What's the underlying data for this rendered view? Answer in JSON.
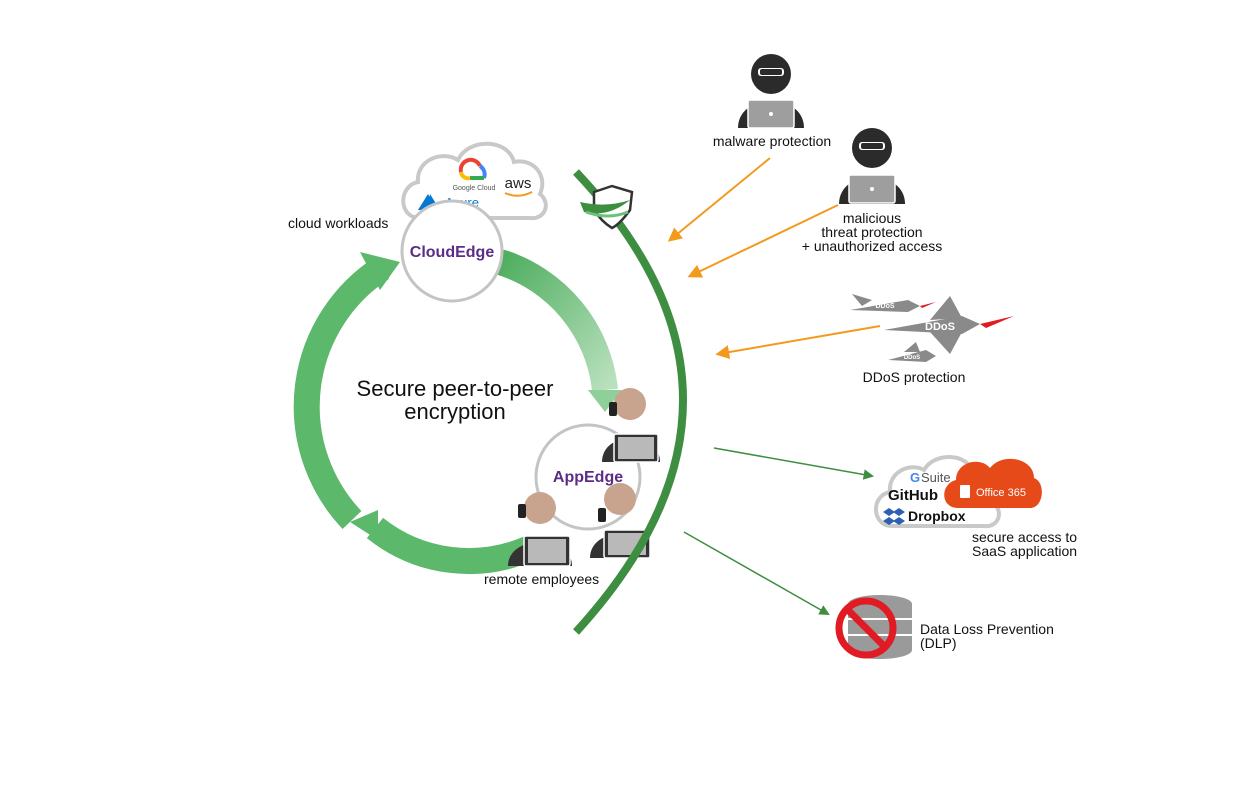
{
  "center": {
    "line1": "Secure peer-to-peer",
    "line2": "encryption"
  },
  "cloud_edge": {
    "label": "CloudEdge",
    "caption": "cloud workloads"
  },
  "app_edge": {
    "label": "AppEdge",
    "caption": "remote employees"
  },
  "providers": {
    "google": "Google Cloud",
    "aws": "aws",
    "azure": "Azure"
  },
  "threats": {
    "malware": {
      "label": "malware protection"
    },
    "malicious": {
      "line1": "malicious",
      "line2": "threat protection",
      "line3": "+ unauthorized access"
    },
    "ddos": {
      "label": "DDoS protection",
      "rocket_big": "DDoS",
      "rocket_top": "DDoS",
      "rocket_small": "DDoS"
    }
  },
  "saas": {
    "gsuite": "Suite",
    "github": "GitHub",
    "office": "Office 365",
    "dropbox": "Dropbox",
    "line1": "secure access to",
    "line2": "SaaS application"
  },
  "dlp": {
    "line1": "Data Loss Prevention",
    "line2": "(DLP)"
  },
  "colors": {
    "shield_green": "#3e8e41",
    "ring_green": "#5cb86a",
    "threat_arrow": "#f39a1e",
    "outbound_arrow": "#3e8e41",
    "edge_purple": "#5b2d87",
    "office_red": "#e64a19",
    "deny_red": "#e01b24",
    "ddos_grey": "#8a8a8a"
  }
}
